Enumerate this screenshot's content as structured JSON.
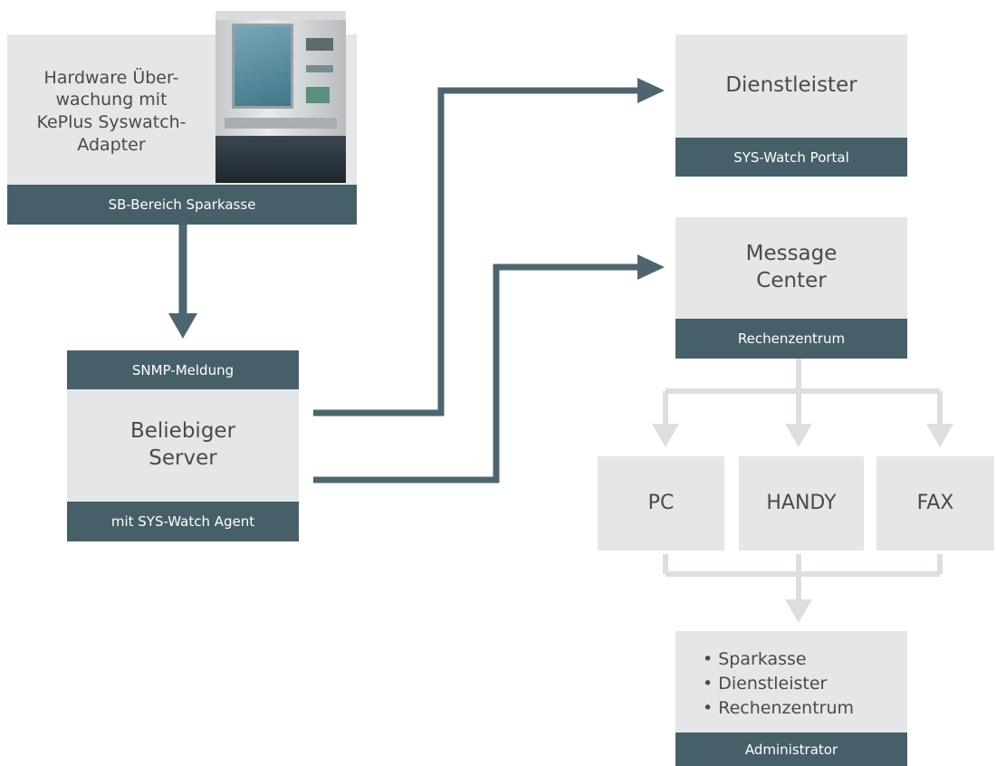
{
  "sb_bereich": {
    "title": "Hardware Über-\nwachung mit\nKePlus Syswatch-\nAdapter",
    "label": "SB-Bereich Sparkasse"
  },
  "server": {
    "top_label": "SNMP-Meldung",
    "title": "Beliebiger\nServer",
    "bottom_label": "mit SYS-Watch Agent"
  },
  "dienstleister": {
    "title": "Dienstleister",
    "label": "SYS-Watch Portal"
  },
  "message_center": {
    "title": "Message\nCenter",
    "label": "Rechenzentrum"
  },
  "devices": {
    "pc": "PC",
    "handy": "HANDY",
    "fax": "FAX"
  },
  "administrator": {
    "items": [
      "• Sparkasse",
      "• Dienstleister",
      "• Rechenzentrum"
    ],
    "label": "Administrator"
  },
  "colors": {
    "dark_bar": "#475f69",
    "box_fill": "#e4e6e8",
    "dark_arrow": "#4e6570",
    "light_arrow": "#dcdfe2"
  }
}
